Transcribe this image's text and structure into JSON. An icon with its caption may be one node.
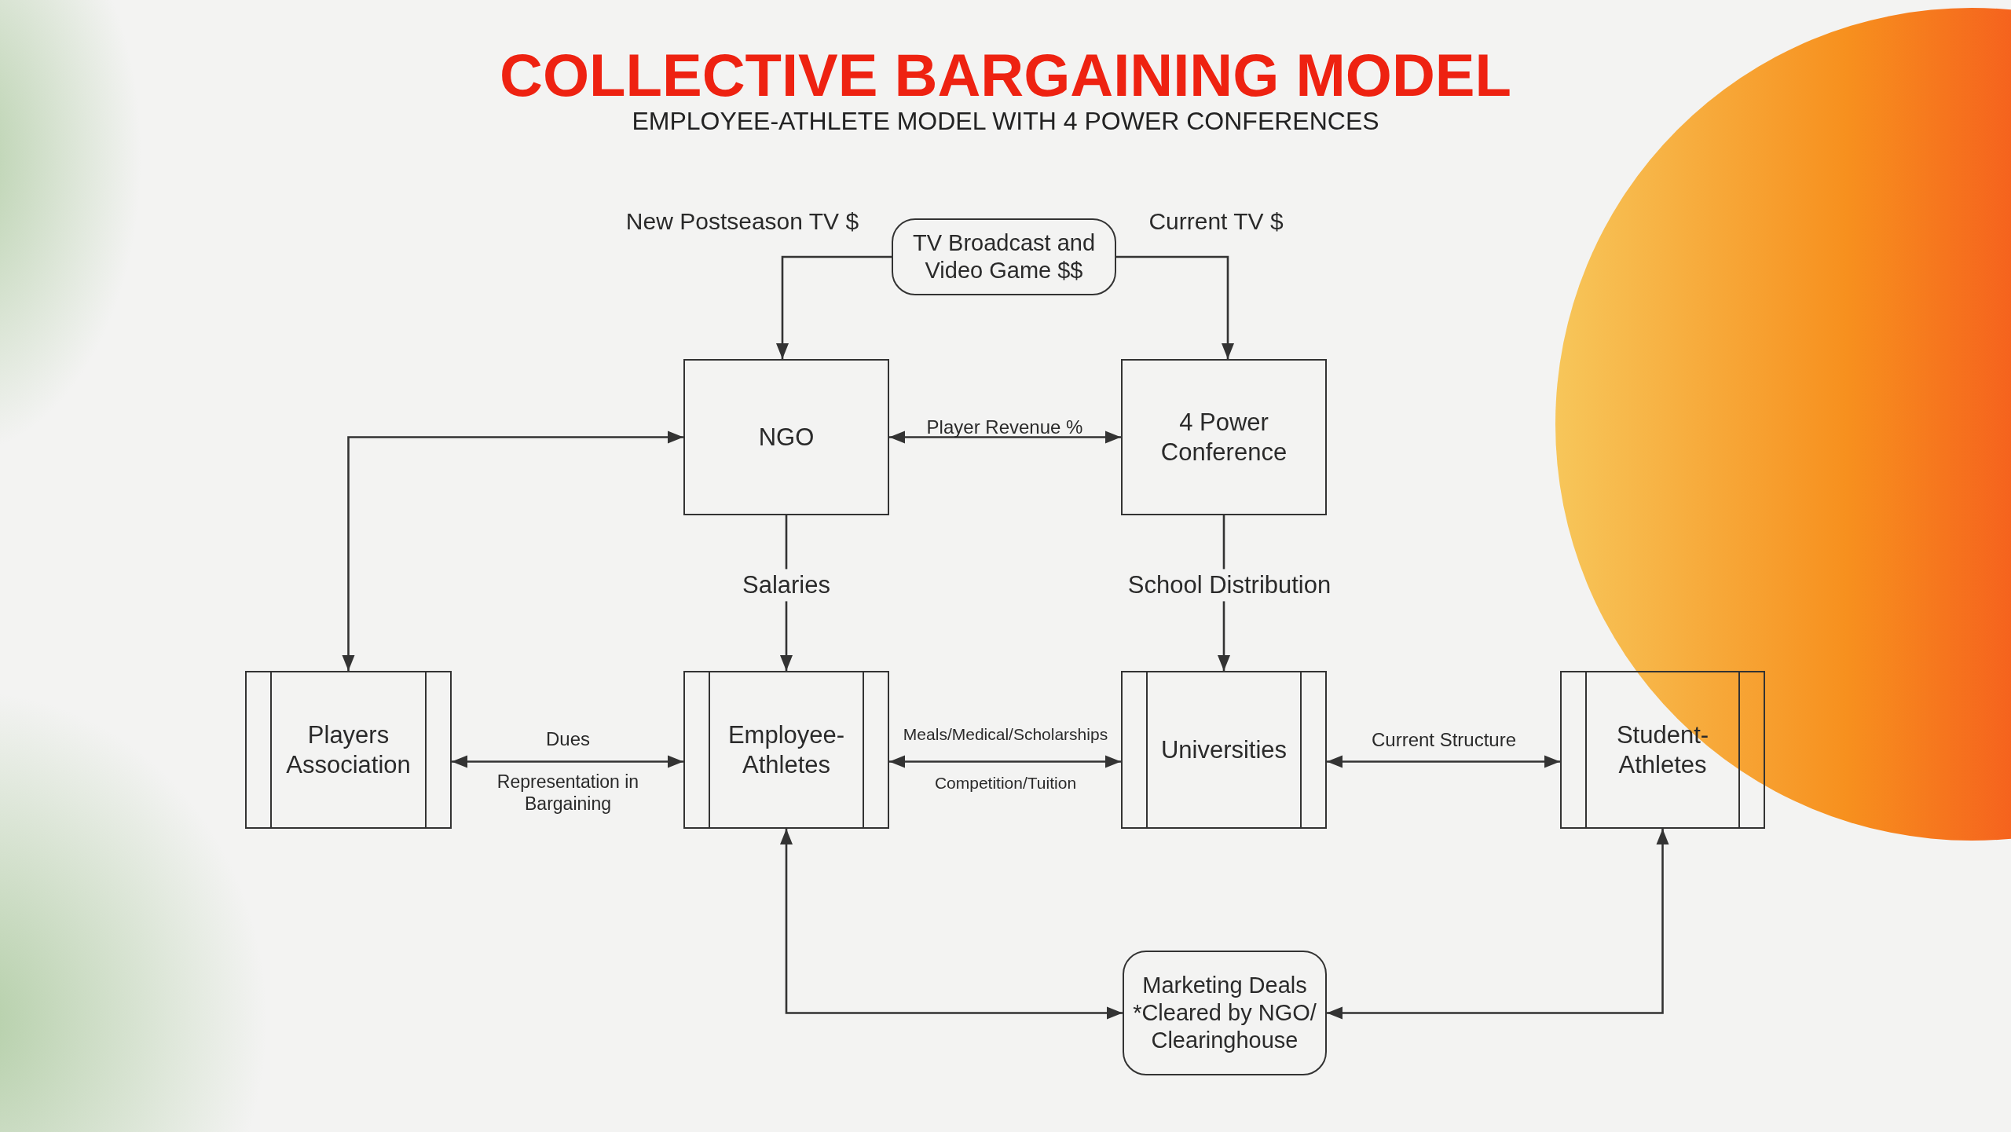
{
  "diagram": {
    "title": "COLLECTIVE BARGAINING MODEL",
    "caption": "EMPLOYEE-ATHLETE MODEL WITH 4 POWER CONFERENCES",
    "nodes": [
      {
        "text": [
          "TV Broadcast and Video Game $$"
        ]
      },
      {
        "text": [
          "NGO"
        ]
      },
      {
        "text": [
          "4 Power Conference"
        ]
      },
      {
        "text": [
          "Players Association"
        ]
      },
      {
        "text": [
          "Employee-Athletes"
        ]
      },
      {
        "text": [
          "Universities"
        ]
      },
      {
        "text": [
          "Student-Athletes"
        ]
      },
      {
        "text": [
          "Marketing Deals *Cleared by NGO/ Clearinghouse"
        ]
      }
    ],
    "edges": [
      {
        "from": 0,
        "to": 1,
        "arrow": "to",
        "label": "New Postseason TV $"
      },
      {
        "from": 0,
        "to": 2,
        "arrow": "to",
        "label": "Current TV $"
      },
      {
        "from": 1,
        "to": 2,
        "arrow": "both",
        "label": "Player Revenue %"
      },
      {
        "from": 1,
        "to": 4,
        "arrow": "to",
        "label": "Salaries"
      },
      {
        "from": 2,
        "to": 5,
        "arrow": "to",
        "label": "School Distribution"
      },
      {
        "from": 3,
        "to": 1,
        "arrow": "both"
      },
      {
        "from": 3,
        "to": 4,
        "arrow": "both",
        "label": "Dues"
      },
      {
        "from": 4,
        "to": 5,
        "arrow": "both",
        "label": "Meals/Medical/Scholarships"
      },
      {
        "from": 5,
        "to": 6,
        "arrow": "both",
        "label": "Current Structure"
      },
      {
        "from": 4,
        "to": 7,
        "arrow": "both"
      },
      {
        "from": 6,
        "to": 7,
        "arrow": "both"
      }
    ],
    "labels": [
      "Representation in Bargaining",
      "Competition/Tuition"
    ]
  }
}
